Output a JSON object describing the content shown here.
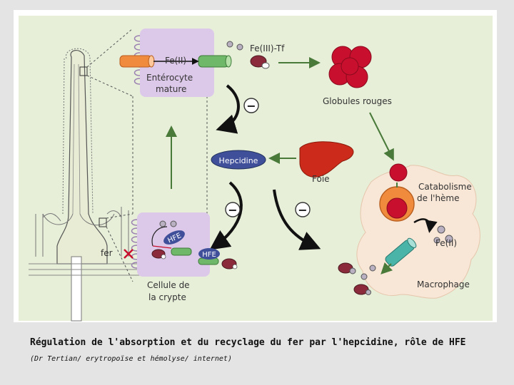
{
  "labels": {
    "fe2_top": "Fe(II)",
    "enterocyte": [
      "Entérocyte",
      "mature"
    ],
    "fe3_tf": "Fe(III)-Tf",
    "globules": "Globules rouges",
    "hepcidine": "Hepcidine",
    "foie": "Foie",
    "catabolisme": [
      "Catabolisme",
      "de l'hème"
    ],
    "fe2_macro": "Fe(II)",
    "macrophage": "Macrophage",
    "fer": "fer",
    "cellule_crypte": [
      "Cellule de",
      "la crypte"
    ],
    "hfe_1": "HFE",
    "hfe_2": "HFE",
    "minus": "−"
  },
  "caption": {
    "title": "Régulation de l'absorption et du recyclage du fer par l'hepcidine, rôle de HFE",
    "credit": "(Dr Tertian/ erytropoïse et hémolyse/ internet)"
  },
  "colors": {
    "panel": "#e7efd9",
    "cell": "#dcc8e8",
    "red_cell": "#c8102e",
    "hepcidine": "#3f4f9a",
    "liver": "#cc2a1a",
    "channel_orange": "#f08a3c",
    "channel_green": "#6fb86a",
    "macrophage": "#f8e6d6",
    "arrow_green": "#4a7a3a"
  }
}
